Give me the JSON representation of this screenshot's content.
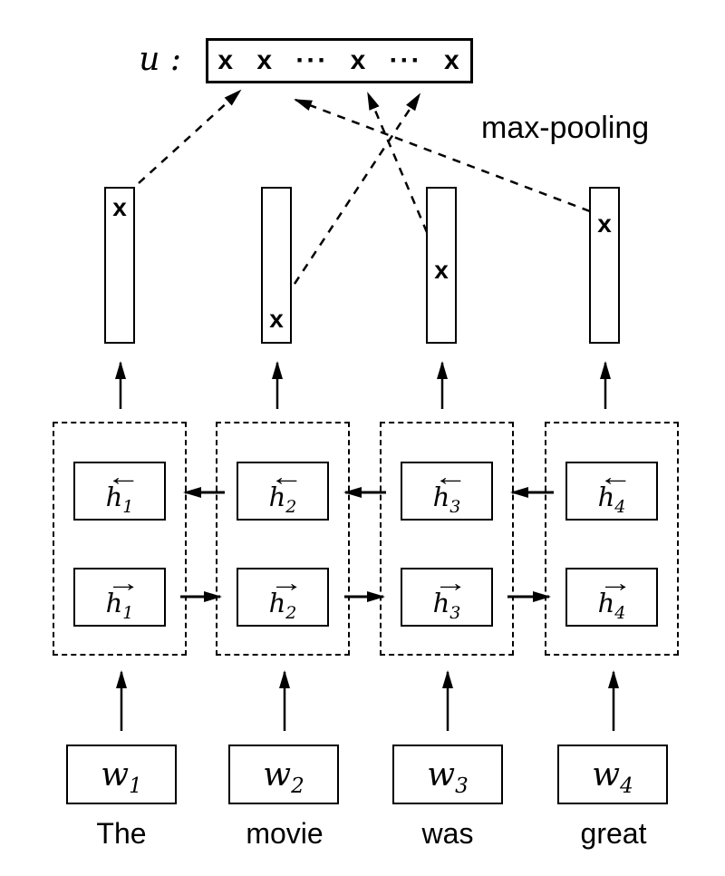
{
  "colors": {
    "ink": "#000000",
    "background": "#ffffff"
  },
  "diagram": {
    "output": {
      "label": "u :",
      "vector_text": "x x ··· x ··· x"
    },
    "pooling_label": "max-pooling",
    "bars": [
      {
        "mark": "x"
      },
      {
        "mark": "x"
      },
      {
        "mark": "x"
      },
      {
        "mark": "x"
      }
    ],
    "cells": [
      {
        "backward": {
          "arrow": "←",
          "base": "h",
          "sub": "1"
        },
        "forward": {
          "arrow": "→",
          "base": "h",
          "sub": "1"
        }
      },
      {
        "backward": {
          "arrow": "←",
          "base": "h",
          "sub": "2"
        },
        "forward": {
          "arrow": "→",
          "base": "h",
          "sub": "2"
        }
      },
      {
        "backward": {
          "arrow": "←",
          "base": "h",
          "sub": "3"
        },
        "forward": {
          "arrow": "→",
          "base": "h",
          "sub": "3"
        }
      },
      {
        "backward": {
          "arrow": "←",
          "base": "h",
          "sub": "4"
        },
        "forward": {
          "arrow": "→",
          "base": "h",
          "sub": "4"
        }
      }
    ],
    "inputs": [
      {
        "base": "w",
        "sub": "1",
        "word": "The"
      },
      {
        "base": "w",
        "sub": "2",
        "word": "movie"
      },
      {
        "base": "w",
        "sub": "3",
        "word": "was"
      },
      {
        "base": "w",
        "sub": "4",
        "word": "great"
      }
    ]
  }
}
